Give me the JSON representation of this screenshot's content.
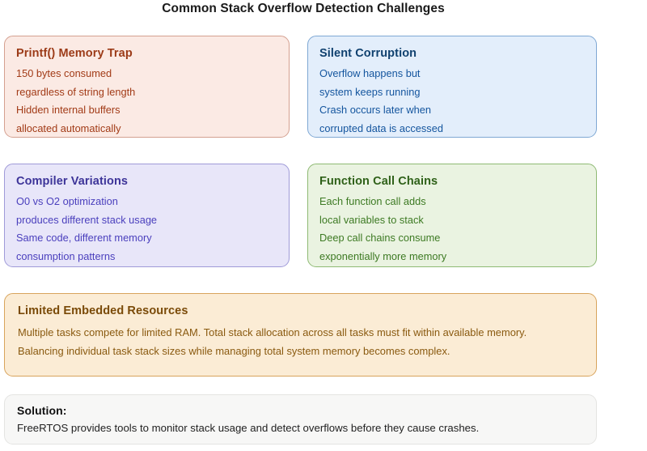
{
  "page": {
    "title": "Common Stack Overflow Detection Challenges"
  },
  "cards": [
    {
      "id": "printf-memory-trap",
      "title": "Printf() Memory Trap",
      "lines": [
        "150 bytes consumed",
        "regardless of string length",
        "Hidden internal buffers",
        "allocated automatically"
      ],
      "colors": {
        "background": "#fbeae4",
        "border": "#d4a090",
        "title_text": "#9c3b18",
        "body_text": "#a23b17"
      }
    },
    {
      "id": "silent-corruption",
      "title": "Silent Corruption",
      "lines": [
        "Overflow happens but",
        "system keeps running",
        "Crash occurs later when",
        "corrupted data is accessed"
      ],
      "colors": {
        "background": "#e3eefb",
        "border": "#7fa8d4",
        "title_text": "#10416f",
        "body_text": "#14559e"
      }
    },
    {
      "id": "compiler-variations",
      "title": "Compiler Variations",
      "lines": [
        "O0 vs O2 optimization",
        "produces different stack usage",
        "Same code, different memory",
        "consumption patterns"
      ],
      "colors": {
        "background": "#e8e6f9",
        "border": "#9f9ad8",
        "title_text": "#3d3499",
        "body_text": "#4a3fbd"
      }
    },
    {
      "id": "function-call-chains",
      "title": "Function Call Chains",
      "lines": [
        "Each function call adds",
        "local variables to stack",
        "Deep call chains consume",
        "exponentially more memory"
      ],
      "colors": {
        "background": "#eaf3e1",
        "border": "#8fba74",
        "title_text": "#2f6119",
        "body_text": "#3d7a23"
      }
    },
    {
      "id": "limited-embedded-resources",
      "title": "Limited Embedded Resources",
      "lines": [
        "Multiple tasks compete for limited RAM. Total stack allocation across all tasks must fit within available memory.",
        "Balancing individual task stack sizes while managing total system memory becomes complex."
      ],
      "colors": {
        "background": "#fbecd5",
        "border": "#d8a45c",
        "title_text": "#7a4a08",
        "body_text": "#8a5a10"
      }
    },
    {
      "id": "solution",
      "title": "Solution:",
      "lines": [
        "FreeRTOS provides tools to monitor stack usage and detect overflows before they cause crashes."
      ],
      "colors": {
        "background": "#f7f7f6",
        "border": "#e4e4e2",
        "title_text": "#111111",
        "body_text": "#222222"
      }
    }
  ]
}
